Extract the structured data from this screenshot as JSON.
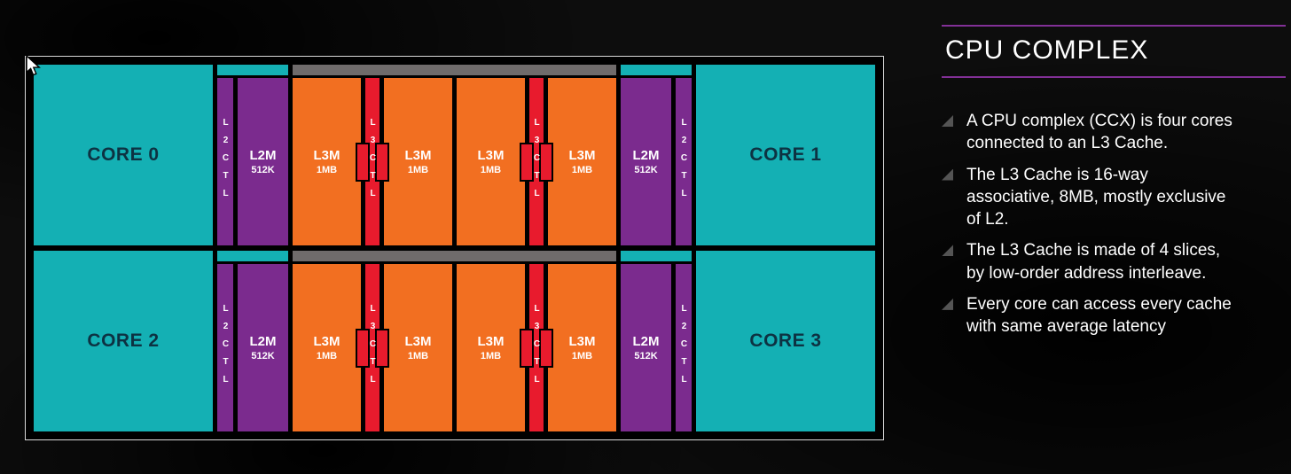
{
  "panel": {
    "title": "CPU COMPLEX",
    "accent_color": "#823097",
    "bullets": [
      {
        "text": "A CPU complex (CCX) is four cores connected to an L3 Cache."
      },
      {
        "text": "The L3 Cache is 16-way associative, 8MB, mostly exclusive of L2."
      },
      {
        "text": "The L3 Cache is made of 4 slices, by low-order address interleave."
      },
      {
        "text": "Every core can access every cache with same average latency"
      }
    ]
  },
  "diagram": {
    "colors": {
      "core_teal": "#14b0b4",
      "l2_purple": "#7b2b8e",
      "l3_orange": "#f26f21",
      "ctl_red": "#e81b2d",
      "cap_gray": "#6f6b6b"
    },
    "rows": [
      {
        "core_left": "CORE 0",
        "core_right": "CORE 1",
        "l2ctl_left": "L2CTL",
        "l2ctl_right": "L2CTL",
        "l2m_left": {
          "name": "L2M",
          "size": "512K"
        },
        "l2m_right": {
          "name": "L2M",
          "size": "512K"
        },
        "l3ctl_left": "L3CTL",
        "l3ctl_right": "L3CTL",
        "l3m": [
          {
            "name": "L3M",
            "size": "1MB"
          },
          {
            "name": "L3M",
            "size": "1MB"
          },
          {
            "name": "L3M",
            "size": "1MB"
          },
          {
            "name": "L3M",
            "size": "1MB"
          }
        ]
      },
      {
        "core_left": "CORE 2",
        "core_right": "CORE 3",
        "l2ctl_left": "L2CTL",
        "l2ctl_right": "L2CTL",
        "l2m_left": {
          "name": "L2M",
          "size": "512K"
        },
        "l2m_right": {
          "name": "L2M",
          "size": "512K"
        },
        "l3ctl_left": "L3CTL",
        "l3ctl_right": "L3CTL",
        "l3m": [
          {
            "name": "L3M",
            "size": "1MB"
          },
          {
            "name": "L3M",
            "size": "1MB"
          },
          {
            "name": "L3M",
            "size": "1MB"
          },
          {
            "name": "L3M",
            "size": "1MB"
          }
        ]
      }
    ]
  }
}
